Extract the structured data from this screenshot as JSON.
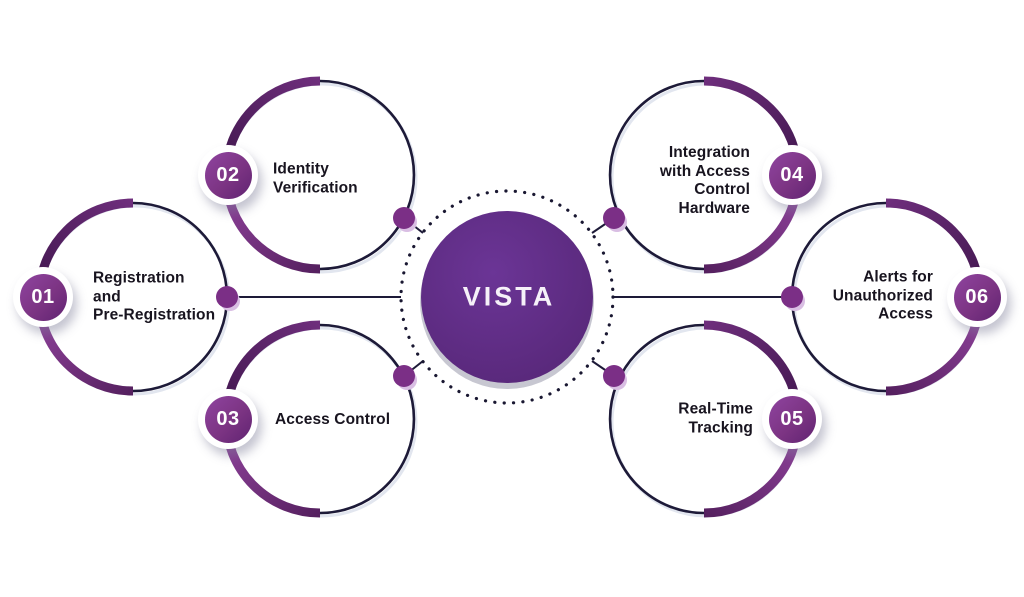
{
  "center": {
    "label": "VISTA"
  },
  "nodes": [
    {
      "number": "01",
      "label": "Registration and Pre-Registration",
      "lines": [
        "Registration",
        "and",
        "Pre-Registration"
      ],
      "position": "left"
    },
    {
      "number": "02",
      "label": "Identity Verification",
      "lines": [
        "Identity",
        "Verification"
      ],
      "position": "top-left"
    },
    {
      "number": "03",
      "label": "Access Control",
      "lines": [
        "Access Control"
      ],
      "position": "bottom-left"
    },
    {
      "number": "04",
      "label": "Integration with Access Control Hardware",
      "lines": [
        "Integration",
        "with Access",
        "Control",
        "Hardware"
      ],
      "position": "top-right"
    },
    {
      "number": "05",
      "label": "Real-Time Tracking",
      "lines": [
        "Real-Time",
        "Tracking"
      ],
      "position": "bottom-right"
    },
    {
      "number": "06",
      "label": "Alerts for Unauthorized Access",
      "lines": [
        "Alerts for",
        "Unauthorized",
        "Access"
      ],
      "position": "right"
    }
  ],
  "colors": {
    "center_purple": "#5E2C85",
    "arc_purple": "#7B3590",
    "arc_navy": "#1D1A38",
    "badge_purple": "#7C3483",
    "connector_dot": "#7B2F86",
    "label_text": "#18141F",
    "background": "#FFFFFF"
  }
}
